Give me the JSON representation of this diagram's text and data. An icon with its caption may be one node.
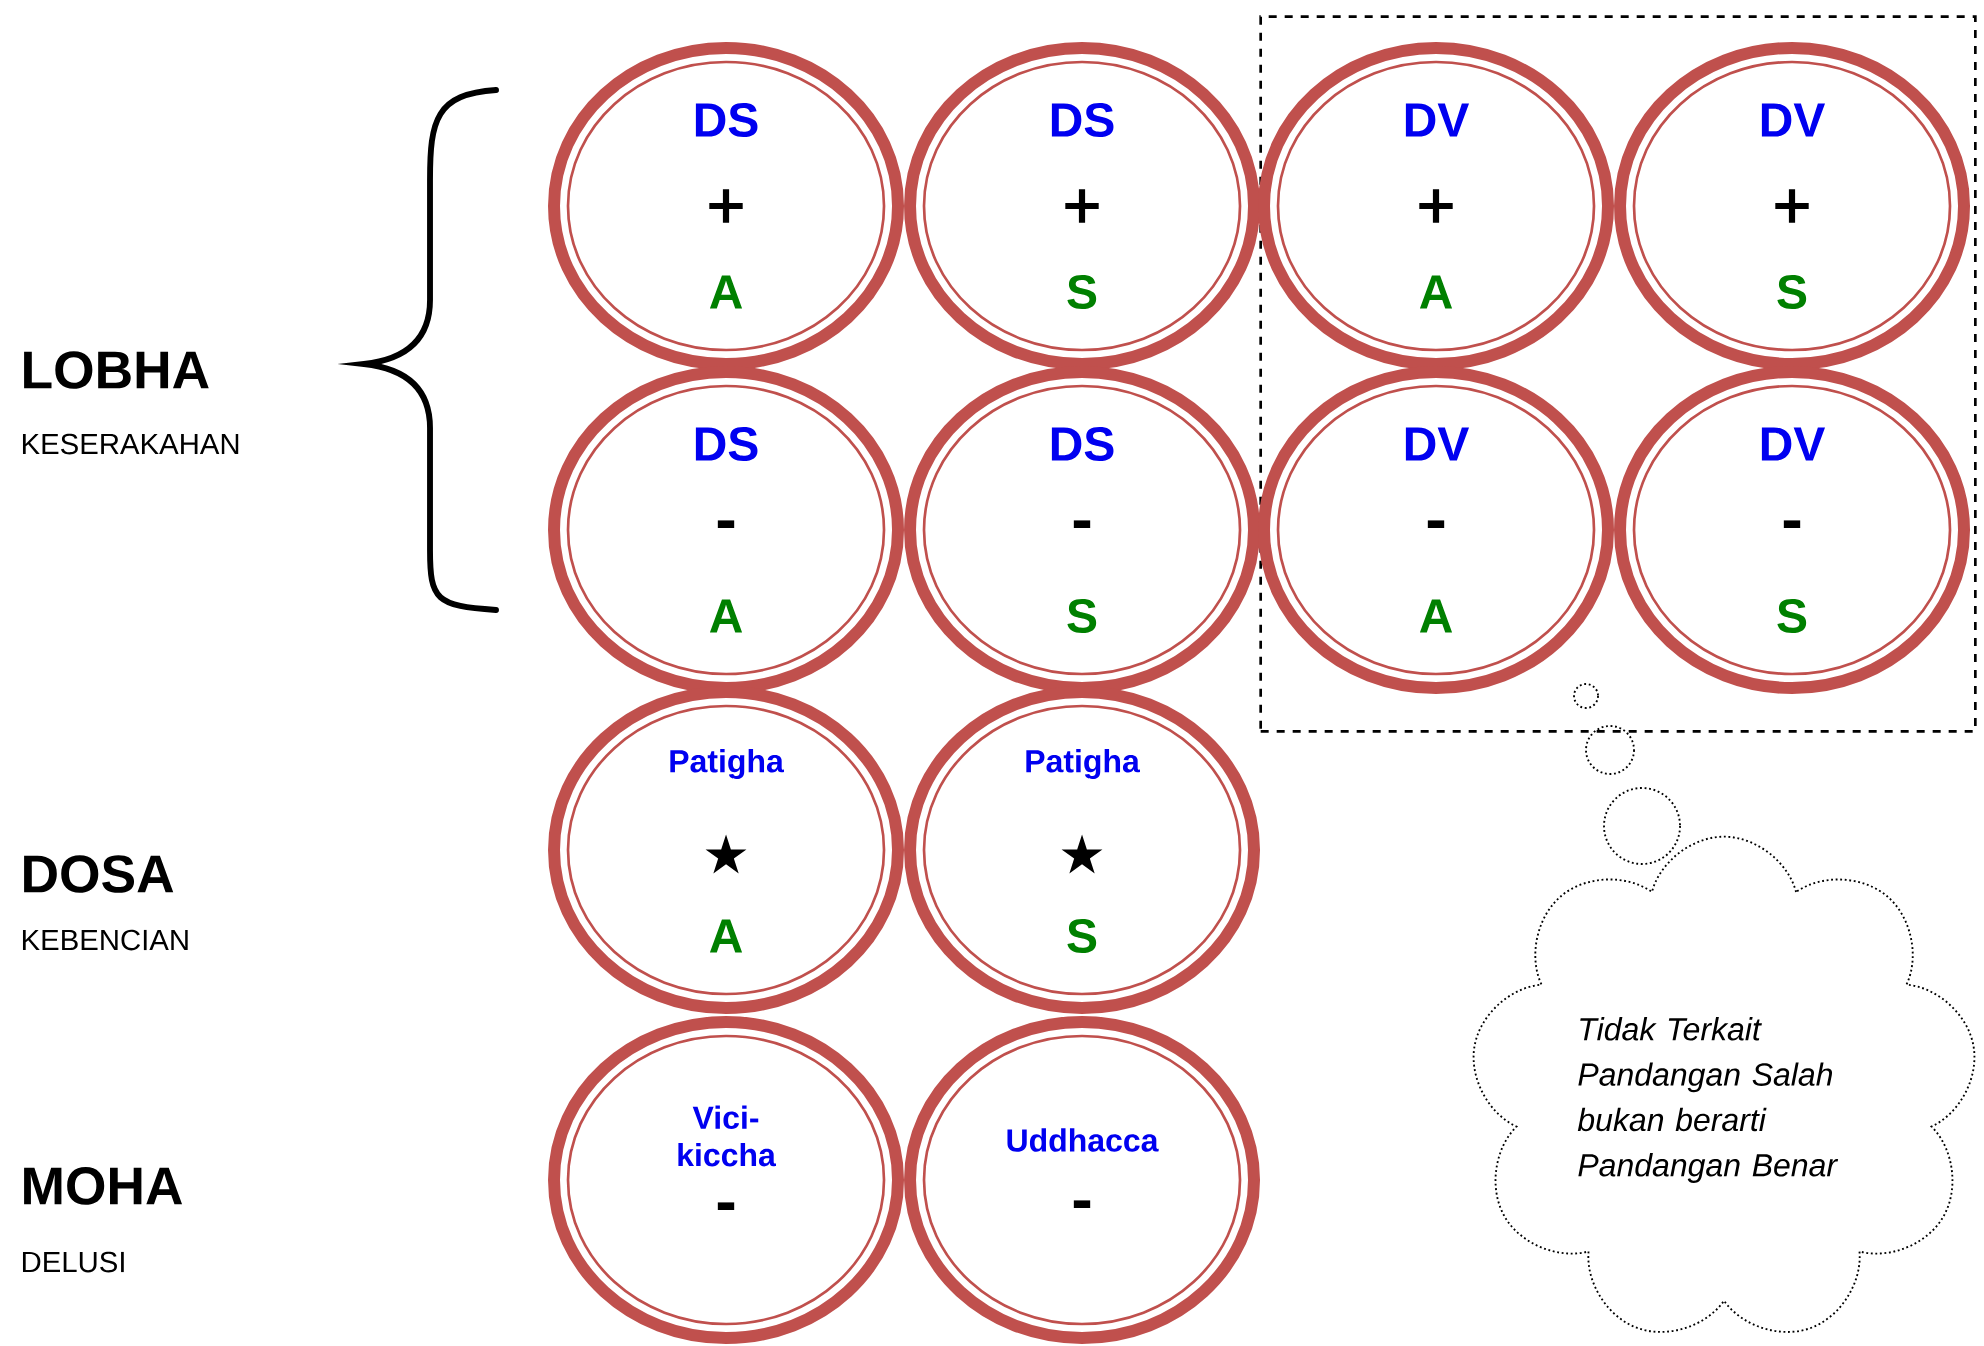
{
  "diagram": {
    "nodes": [
      {
        "text": [
          "DS",
          "+",
          "A"
        ]
      },
      {
        "text": [
          "DS",
          "+",
          "S"
        ]
      },
      {
        "text": [],
        "shape": "box"
      },
      {
        "text": [
          "DV",
          "+",
          "A"
        ],
        "in": 2
      },
      {
        "text": [
          "DV",
          "+",
          "S"
        ],
        "in": 2
      },
      {
        "text": [
          "DS",
          "-",
          "A"
        ]
      },
      {
        "text": [
          "DS",
          "-",
          "S"
        ]
      },
      {
        "text": [
          "DV",
          "-",
          "A"
        ],
        "in": 2
      },
      {
        "text": [
          "DV",
          "-",
          "S"
        ],
        "in": 2
      },
      {
        "text": [
          "Patigha",
          "★",
          "A"
        ]
      },
      {
        "text": [
          "Patigha",
          "★",
          "S"
        ]
      },
      {
        "text": [
          "Vici-kiccha",
          "-"
        ]
      },
      {
        "text": [
          "Uddhacca",
          "-"
        ]
      },
      {
        "text": [
          "Tidak Terkait Pandangan Salah bukan berarti Pandangan Benar"
        ]
      }
    ],
    "labels": [
      "LOBHA",
      "KESERAKAHAN",
      "DOSA",
      "KEBENCIAN",
      "MOHA",
      "DELUSI"
    ]
  }
}
